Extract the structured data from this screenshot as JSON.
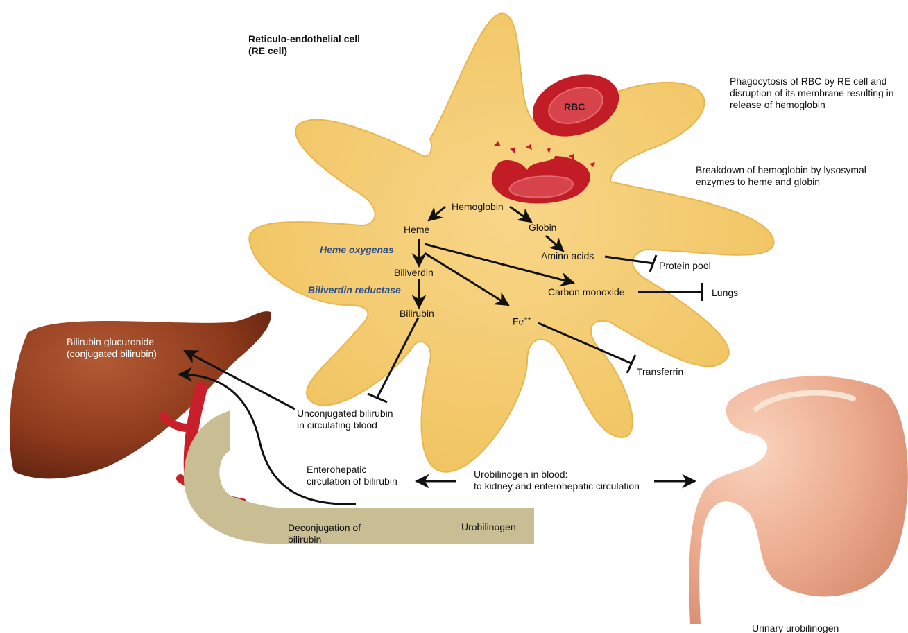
{
  "cell": {
    "title_line1": "Reticulo-endothelial cell",
    "title_line2": "(RE cell)",
    "rbc_label": "RBC"
  },
  "notes": {
    "phagocytosis": "Phagocytosis of RBC by RE cell and\ndisruption of its membrane resulting in\nrelease of hemoglobin",
    "breakdown": "Breakdown of hemoglobin by lysosymal\nenzymes to heme and globin"
  },
  "pathway": {
    "hemoglobin": "Hemoglobin",
    "heme": "Heme",
    "globin": "Globin",
    "amino_acids": "Amino acids",
    "protein_pool": "Protein pool",
    "heme_oxygenase": "Heme oxygenas",
    "biliverdin": "Biliverdin",
    "biliverdin_reductase": "Biliverdin reductase",
    "carbon_monoxide": "Carbon monoxide",
    "lungs": "Lungs",
    "bilirubin": "Bilirubin",
    "iron": "Fe",
    "iron_charge": "++",
    "transferrin": "Transferrin"
  },
  "liver": {
    "line1": "Bilirubin glucuronide",
    "line2": "(conjugated bilirubin)"
  },
  "circulation": {
    "unconjugated": "Unconjugated bilirubin\nin circulating blood",
    "enterohepatic": "Enterohepatic\ncirculation of bilirubin",
    "urobilinogen_blood": "Urobilinogen in blood:\nto kidney and enterohepatic circulation"
  },
  "intestine": {
    "deconjugation": "Deconjugation of\nbilirubin",
    "urobilinogen": "Urobilinogen"
  },
  "kidney": {
    "urinary": "Urinary urobilinogen"
  },
  "colors": {
    "cell_fill": "#f4c96c",
    "rbc_fill": "#c21d27",
    "liver_fill": "#8e3a1c",
    "vessel": "#c7202a",
    "intestine": "#c8bd93",
    "kidney": "#e6a387",
    "enzyme_text": "#2e4e86"
  }
}
